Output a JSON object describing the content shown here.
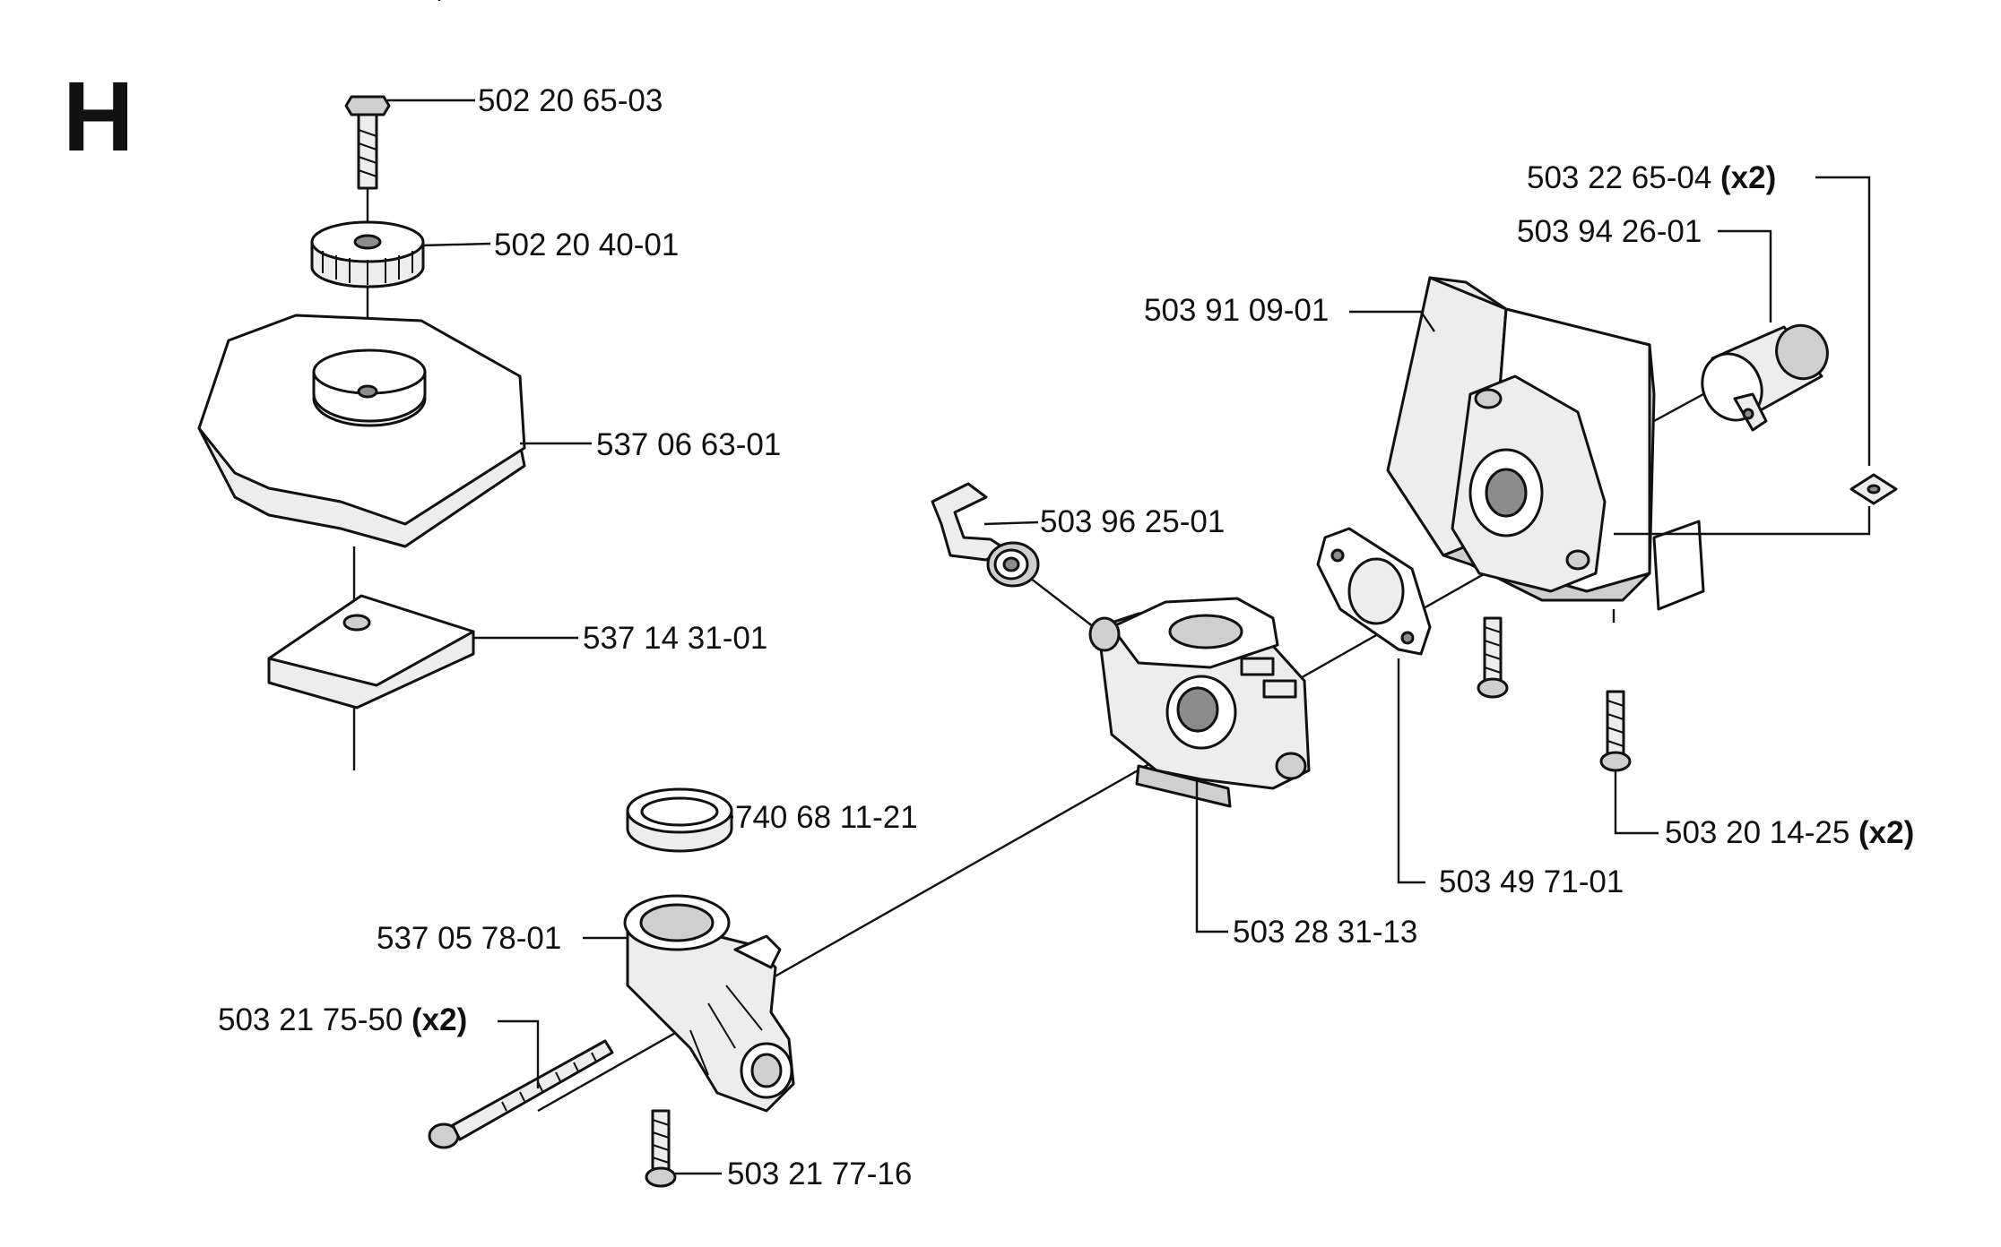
{
  "section_letter": "H",
  "parts": [
    {
      "id": "p1",
      "number": "502 20 65-03",
      "qty": ""
    },
    {
      "id": "p2",
      "number": "502 20 40-01",
      "qty": ""
    },
    {
      "id": "p3",
      "number": "537 06 63-01",
      "qty": ""
    },
    {
      "id": "p4",
      "number": "537 14 31-01",
      "qty": ""
    },
    {
      "id": "p5",
      "number": "503 96 25-01",
      "qty": ""
    },
    {
      "id": "p6",
      "number": "740 68 11-21",
      "qty": ""
    },
    {
      "id": "p7",
      "number": "537 05 78-01",
      "qty": ""
    },
    {
      "id": "p8",
      "number": "503 21 75-50",
      "qty": "(x2)"
    },
    {
      "id": "p9",
      "number": "503 21 77-16",
      "qty": ""
    },
    {
      "id": "p10",
      "number": "503 28 31-13",
      "qty": ""
    },
    {
      "id": "p11",
      "number": "503 49 71-01",
      "qty": ""
    },
    {
      "id": "p12",
      "number": "503 20 14-25",
      "qty": "(x2)"
    },
    {
      "id": "p13",
      "number": "503 22 65-04",
      "qty": "(x2)"
    },
    {
      "id": "p14",
      "number": "503 94 26-01",
      "qty": ""
    },
    {
      "id": "p15",
      "number": "503 91 09-01",
      "qty": ""
    }
  ]
}
